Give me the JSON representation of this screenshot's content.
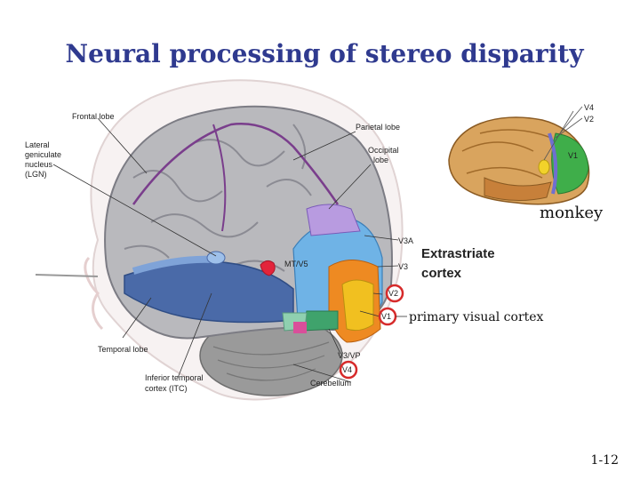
{
  "title": "Neural processing of stereo disparity",
  "labels": {
    "frontal_lobe": "Frontal lobe",
    "lgn_1": "Lateral",
    "lgn_2": "geniculate",
    "lgn_3": "nucleus",
    "lgn_4": "(LGN)",
    "parietal_lobe": "Parietal lobe",
    "occipital_1": "Occipital",
    "occipital_2": "lobe",
    "v3a": "V3A",
    "mt_v5": "MT/V5",
    "v3": "V3",
    "v2": "V2",
    "v1": "V1",
    "v3_vp": "V3/VP",
    "v4": "V4",
    "temporal_lobe": "Temporal lobe",
    "itc_1": "Inferior temporal",
    "itc_2": "cortex (ITC)",
    "cerebellum": "Cerebellum",
    "extrastriate_1": "Extrastriate",
    "extrastriate_2": "cortex",
    "monkey_v4": "V4",
    "monkey_v2": "V2",
    "monkey_v1": "V1",
    "monkey": "monkey",
    "primary_visual": "primary visual cortex"
  },
  "page_number": "1-12"
}
